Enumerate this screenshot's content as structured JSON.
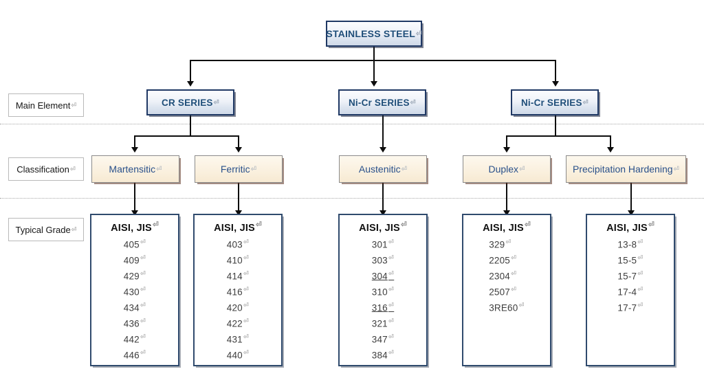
{
  "diagram": {
    "title": "STAINLESS STEEL",
    "pilcrow": "⏎",
    "root": {
      "label": "STAINLESS STEEL"
    },
    "row_labels": [
      {
        "id": "main-element",
        "label": "Main Element"
      },
      {
        "id": "classification",
        "label": "Classification"
      },
      {
        "id": "typical-grade",
        "label": "Typical Grade"
      }
    ],
    "series": [
      {
        "id": "cr-series",
        "label": "CR SERIES"
      },
      {
        "id": "ni-cr-series-1",
        "label": "Ni-Cr SERIES"
      },
      {
        "id": "ni-cr-series-2",
        "label": "Ni-Cr SERIES"
      }
    ],
    "classifications": [
      {
        "id": "martensitic",
        "label": "Martensitic"
      },
      {
        "id": "ferritic",
        "label": "Ferritic"
      },
      {
        "id": "austenitic",
        "label": "Austenitic"
      },
      {
        "id": "duplex",
        "label": "Duplex"
      },
      {
        "id": "precipitation-hardening",
        "label": "Precipitation Hardening"
      }
    ],
    "grade_columns": [
      {
        "id": "grades-martensitic",
        "header": "AISI, JIS",
        "items": [
          {
            "value": "405",
            "underline": false
          },
          {
            "value": "409",
            "underline": false
          },
          {
            "value": "429",
            "underline": false
          },
          {
            "value": "430",
            "underline": false
          },
          {
            "value": "434",
            "underline": false
          },
          {
            "value": "436",
            "underline": false
          },
          {
            "value": "442",
            "underline": false
          },
          {
            "value": "446",
            "underline": false
          }
        ]
      },
      {
        "id": "grades-ferritic",
        "header": "AISI, JIS",
        "items": [
          {
            "value": "403",
            "underline": false
          },
          {
            "value": "410",
            "underline": false
          },
          {
            "value": "414",
            "underline": false
          },
          {
            "value": "416",
            "underline": false
          },
          {
            "value": "420",
            "underline": false
          },
          {
            "value": "422",
            "underline": false
          },
          {
            "value": "431",
            "underline": false
          },
          {
            "value": "440",
            "underline": false
          }
        ]
      },
      {
        "id": "grades-austenitic",
        "header": "AISI, JIS",
        "items": [
          {
            "value": "301",
            "underline": false
          },
          {
            "value": "303",
            "underline": false
          },
          {
            "value": "304",
            "underline": true
          },
          {
            "value": "310",
            "underline": false
          },
          {
            "value": "316",
            "underline": true
          },
          {
            "value": "321",
            "underline": false
          },
          {
            "value": "347",
            "underline": false
          },
          {
            "value": "384",
            "underline": false
          }
        ]
      },
      {
        "id": "grades-duplex",
        "header": "AISI, JIS",
        "items": [
          {
            "value": "329",
            "underline": false
          },
          {
            "value": "2205",
            "underline": false
          },
          {
            "value": "2304",
            "underline": false
          },
          {
            "value": "2507",
            "underline": false
          },
          {
            "value": "3RE60",
            "underline": false
          }
        ]
      },
      {
        "id": "grades-precipitation-hardening",
        "header": "AISI, JIS",
        "items": [
          {
            "value": "13-8",
            "underline": false
          },
          {
            "value": "15-5",
            "underline": false
          },
          {
            "value": "15-7",
            "underline": false
          },
          {
            "value": "17-4",
            "underline": false
          },
          {
            "value": "17-7",
            "underline": false
          }
        ]
      }
    ],
    "colors": {
      "box_blue_border": "#1f3864",
      "box_blue_text": "#1f4e79",
      "box_cream_fill": "#faf0de",
      "box_cream_text": "#29508a",
      "connector": "#0d0d0d",
      "divider": "#a7a7a7",
      "grade_border": "#2f4a6d",
      "background": "#ffffff"
    }
  }
}
